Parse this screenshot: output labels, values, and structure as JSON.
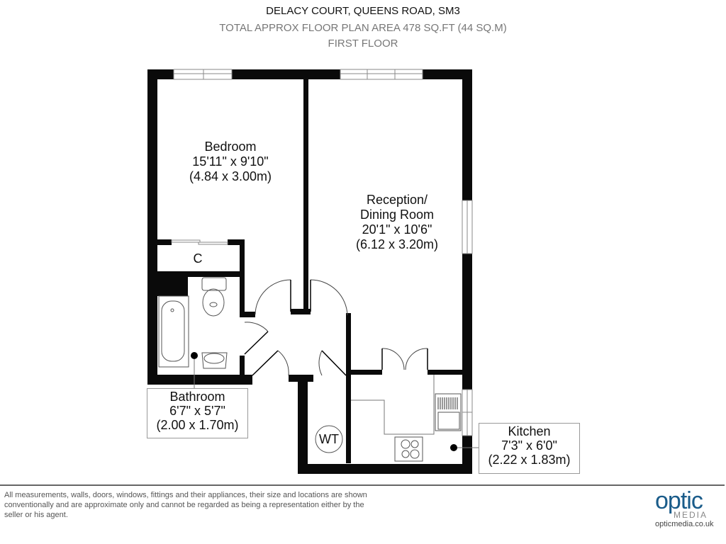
{
  "header": {
    "address": "DELACY COURT, QUEENS ROAD, SM3",
    "area": "TOTAL APPROX FLOOR PLAN AREA 478 SQ.FT (44 SQ.M)",
    "floor": "FIRST FLOOR"
  },
  "rooms": {
    "bedroom": {
      "name": "Bedroom",
      "imperial": "15'11\" x 9'10\"",
      "metric": "(4.84 x 3.00m)"
    },
    "reception": {
      "name_line1": "Reception/",
      "name_line2": "Dining Room",
      "imperial": "20'1\" x 10'6\"",
      "metric": "(6.12 x 3.20m)"
    },
    "cupboard": {
      "name": "C"
    },
    "bathroom": {
      "name": "Bathroom",
      "imperial": "6'7\" x 5'7\"",
      "metric": "(2.00 x 1.70m)"
    },
    "kitchen": {
      "name": "Kitchen",
      "imperial": "7'3\" x 6'0\"",
      "metric": "(2.22 x 1.83m)"
    },
    "water_tank": {
      "name": "WT"
    }
  },
  "footer": {
    "disclaimer": "All measurements, walls, doors, windows, fittings and their appliances, their size and locations are shown conventionally and are approximate only and cannot be regarded as being a representation either by the seller or his agent.",
    "logo_primary": "optic",
    "logo_secondary": "MEDIA",
    "website": "opticmedia.co.uk"
  },
  "colors": {
    "wall": "#0a0a0a",
    "logo_blue": "#1a5c8a",
    "text_grey": "#777777"
  }
}
